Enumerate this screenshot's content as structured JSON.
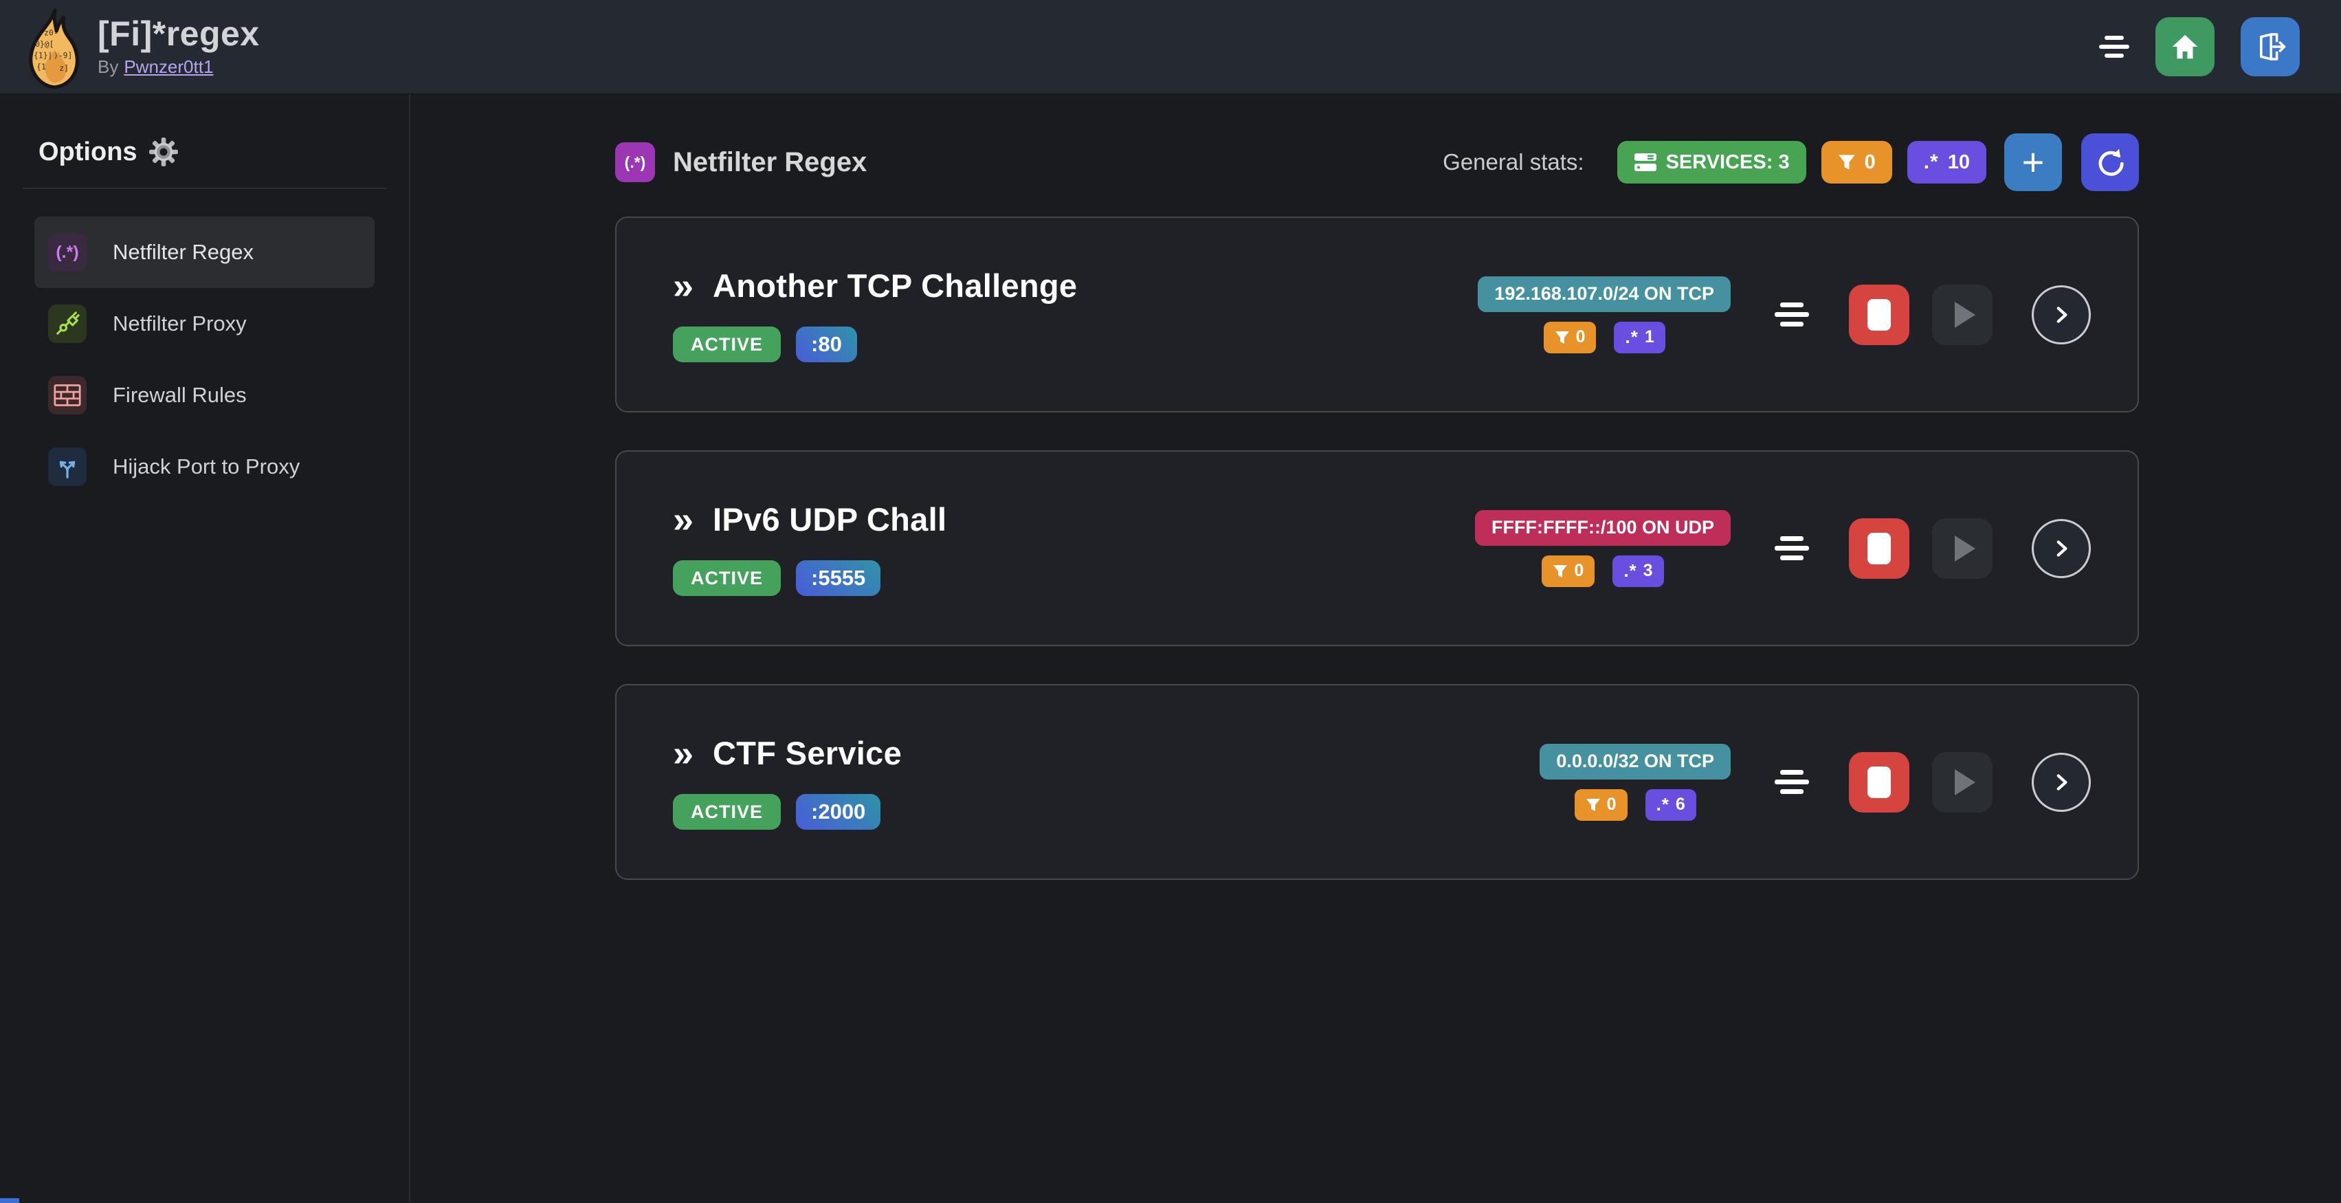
{
  "navbar": {
    "title": "[Fi]*regex",
    "byline_prefix": "By",
    "byline_link": "Pwnzer0tt1"
  },
  "sidebar": {
    "heading": "Options",
    "items": [
      {
        "label": "Netfilter Regex",
        "icon": "regex-icon",
        "active": true
      },
      {
        "label": "Netfilter Proxy",
        "icon": "plug-icon",
        "active": false
      },
      {
        "label": "Firewall Rules",
        "icon": "brick-wall-icon",
        "active": false
      },
      {
        "label": "Hijack Port to Proxy",
        "icon": "split-arrows-icon",
        "active": false
      }
    ]
  },
  "main": {
    "section_icon_glyph": "(.*)",
    "section_title": "Netfilter Regex",
    "stats_label": "General stats:",
    "stats": {
      "services_label": "SERVICES: 3",
      "filters_count": "0",
      "regex_glyph": ".*",
      "regexes_count": "10"
    }
  },
  "services": [
    {
      "name": "Another TCP Challenge",
      "status": "ACTIVE",
      "port": ":80",
      "address": "192.168.107.0/24 ON TCP",
      "address_style": "teal",
      "filters_count": "0",
      "regex_glyph": ".*",
      "regexes_count": "1"
    },
    {
      "name": "IPv6 UDP Chall",
      "status": "ACTIVE",
      "port": ":5555",
      "address": "FFFF:FFFF::/100 ON UDP",
      "address_style": "pink",
      "filters_count": "0",
      "regex_glyph": ".*",
      "regexes_count": "3"
    },
    {
      "name": "CTF Service",
      "status": "ACTIVE",
      "port": ":2000",
      "address": "0.0.0.0/32 ON TCP",
      "address_style": "teal",
      "filters_count": "0",
      "regex_glyph": ".*",
      "regexes_count": "6"
    }
  ],
  "colors": {
    "navbar_bg": "#252932",
    "page_bg": "#1a1b1e",
    "card_bg": "#1f2126",
    "card_border": "#45484e",
    "green_badge": "#44a25c",
    "services_badge": "#48a452",
    "orange_badge": "#e8932a",
    "violet_badge": "#6a4ee0",
    "teal_addr_badge": "#45919f",
    "pink_addr_badge": "#bf2e59",
    "port_gradient_from": "#4a5cd9",
    "port_gradient_to": "#2f93a8",
    "purple_section_icon": "#9c36b5",
    "home_btn_green": "#3f9a61",
    "logout_btn_blue": "#3c78c8",
    "add_btn_blue": "#3b7cc2",
    "refresh_btn_indigo": "#4a50d8",
    "stop_btn_red": "#d6443f",
    "link_purple": "#b6a4ef"
  }
}
